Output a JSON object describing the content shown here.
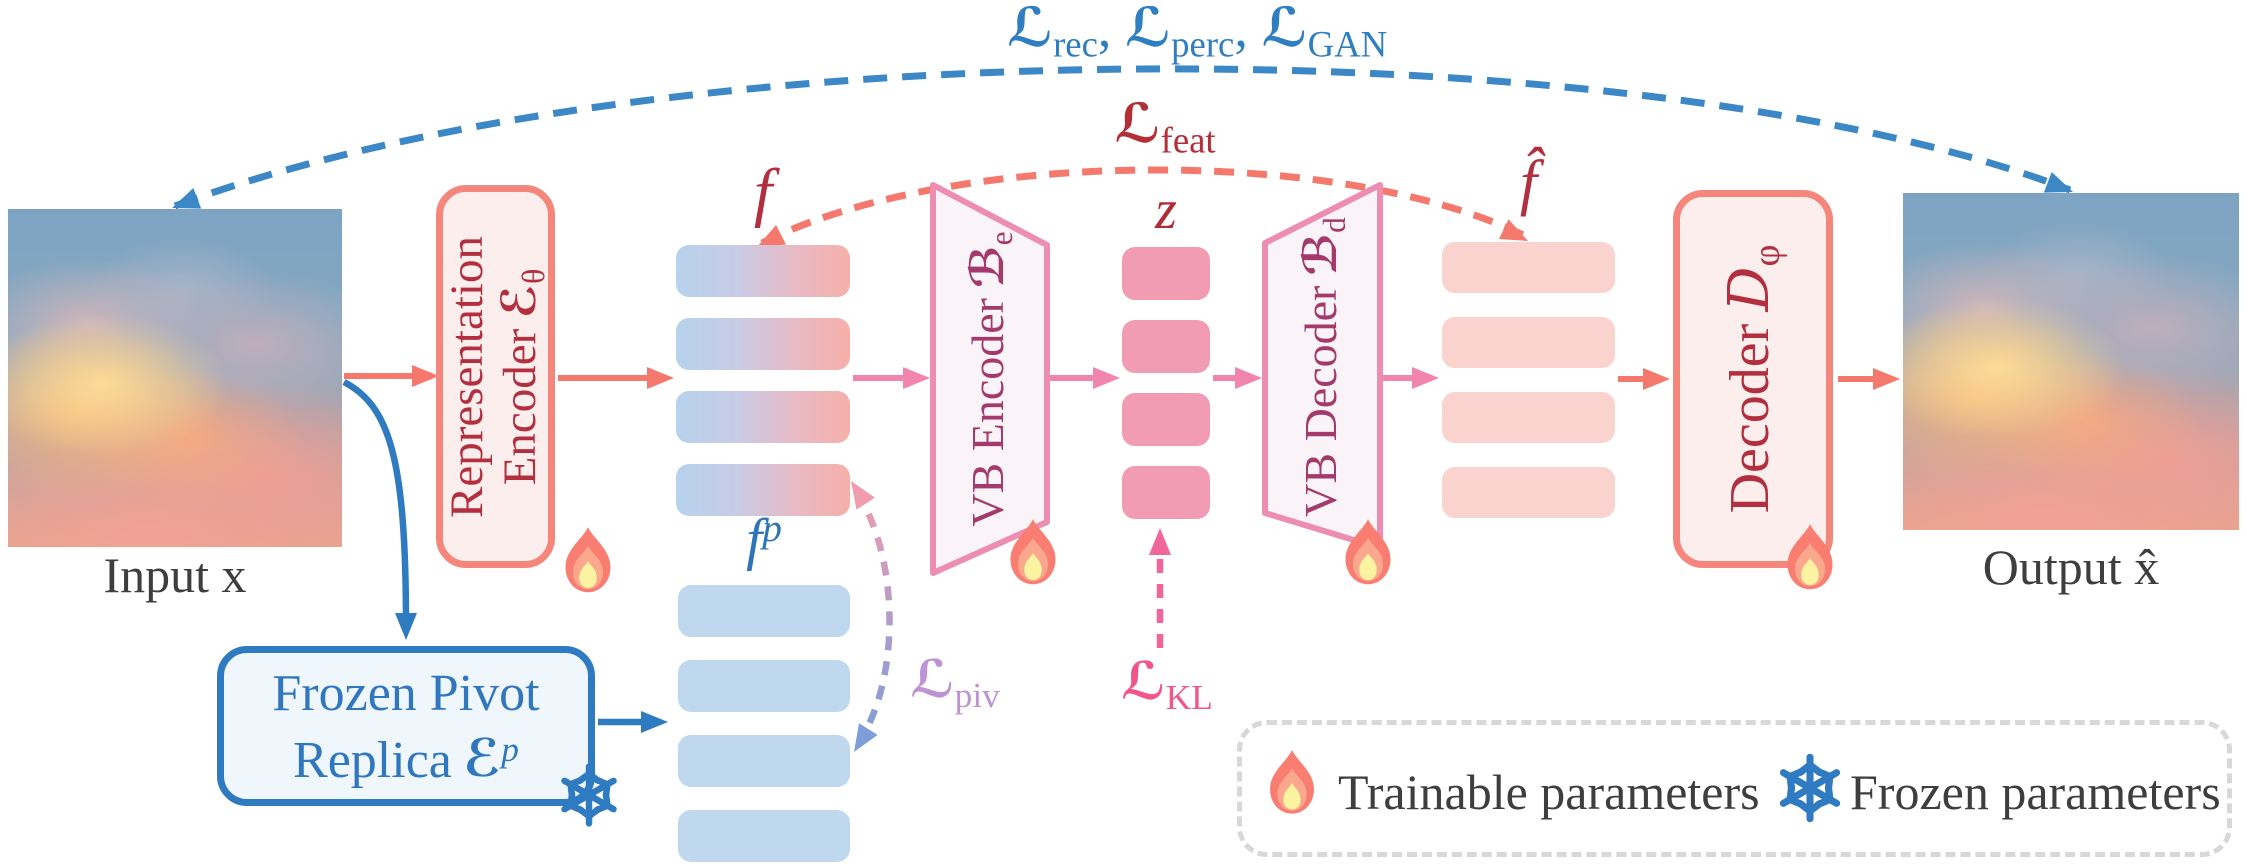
{
  "losses": {
    "top": {
      "items": [
        {
          "sym": "ℒ",
          "sub": "rec",
          "sep": ", "
        },
        {
          "sym": "ℒ",
          "sub": "perc",
          "sep": ", "
        },
        {
          "sym": "ℒ",
          "sub": "GAN",
          "sep": ""
        }
      ]
    },
    "feat": {
      "sym": "ℒ",
      "sub": "feat"
    },
    "piv": {
      "sym": "ℒ",
      "sub": "piv"
    },
    "kl": {
      "sym": "ℒ",
      "sub": "KL"
    }
  },
  "nodes": {
    "input": {
      "caption": "Input x"
    },
    "rep_encoder": {
      "line1": "Representation",
      "line2": "Encoder",
      "symbol": "ℰ",
      "symbol_sub": "θ"
    },
    "vb_encoder": {
      "label": "VB Encoder",
      "symbol": "ℬ",
      "symbol_sub": "e"
    },
    "vb_decoder": {
      "label": "VB Decoder",
      "symbol": "ℬ",
      "symbol_sub": "d"
    },
    "decoder": {
      "label": "Decoder",
      "symbol": "D",
      "symbol_sub": "φ"
    },
    "frozen_replica": {
      "line1": "Frozen Pivot",
      "line2": "Replica",
      "symbol": "ℰ",
      "symbol_sup": "p"
    },
    "output": {
      "caption": "Output x̂"
    }
  },
  "stacks": {
    "f": {
      "label": "f",
      "count": 4
    },
    "z": {
      "label": "z",
      "count": 4
    },
    "f_hat": {
      "label": "f̂",
      "count": 4
    },
    "f_p": {
      "label": "f",
      "label_sup": "p",
      "count": 4
    }
  },
  "legend": {
    "trainable": "Trainable parameters",
    "frozen": "Frozen parameters"
  },
  "colors": {
    "salmon_arrow": "#f4796c",
    "salmon_border": "#f5867b",
    "box_fill_pink": "#fceeec",
    "dark_red_text": "#b22f3f",
    "pink_arrow": "#f285ae",
    "vb_border": "#ee8db2",
    "vb_fill": "#faf3f7",
    "vb_text": "#a33a6b",
    "z_bar": "#f29cb4",
    "fhat_bar": "#fad3ce",
    "f_bar_left": "#b7d2ec",
    "f_bar_right": "#f6afa9",
    "fp_bar": "#bfd8ee",
    "blue": "#2f7bc1",
    "blue_arc": "#3c87c6",
    "piv_label": "#bd93d2",
    "kl_pink": "#f2558c",
    "legend_border": "#d8d8d8",
    "gray_text": "#3e3e3e",
    "flame_outer": "#f97d70",
    "flame_mid": "#fba78e",
    "flame_core": "#fcf3a1"
  }
}
